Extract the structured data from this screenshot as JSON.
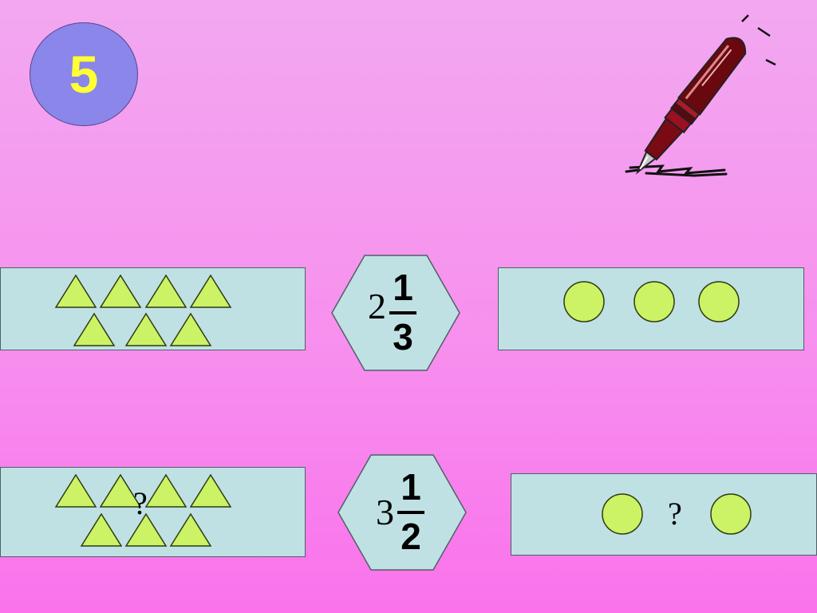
{
  "slide": {
    "number_badge": "5",
    "colors": {
      "badge_fill": "#8a86ea",
      "badge_text": "#ffff33",
      "panel_fill": "#bfe1e4",
      "hexagon_fill": "#bfe1e4",
      "shape_fill": "#ccf266",
      "background": "#f790ee"
    },
    "decorative_icon": "fountain-pen-icon"
  },
  "row1": {
    "left_panel": {
      "shape": "triangle",
      "count": 7
    },
    "mixed_number": {
      "whole": "2",
      "numerator": "1",
      "denominator": "3"
    },
    "right_panel": {
      "shape": "circle",
      "count": 3
    }
  },
  "row2": {
    "left_panel": {
      "shape": "triangle",
      "count": 7,
      "question_mark": "?"
    },
    "mixed_number": {
      "whole": "3",
      "numerator": "1",
      "denominator": "2"
    },
    "right_panel": {
      "shape": "circle",
      "count": 2,
      "question_mark": "?"
    }
  }
}
